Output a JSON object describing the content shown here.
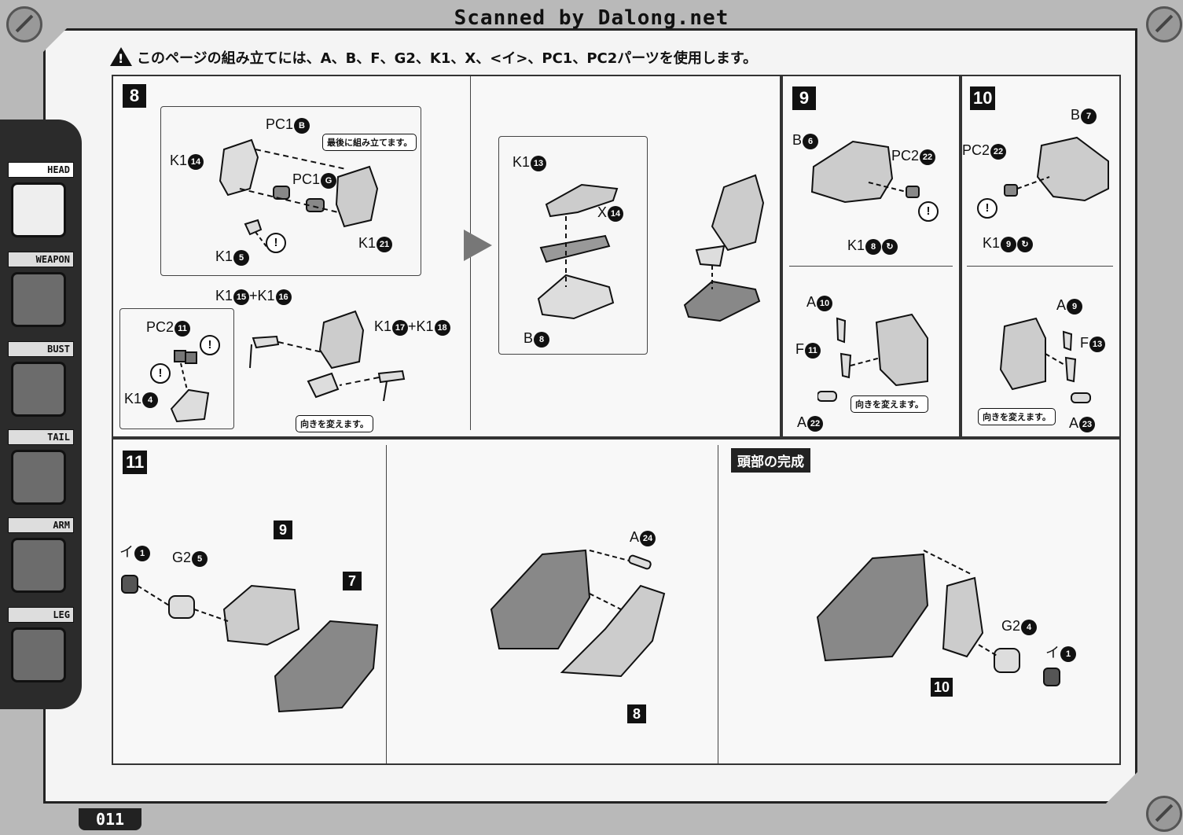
{
  "watermark": "Scanned by Dalong.net",
  "warning_text": "このページの組み立てには、A、B、F、G2、K1、X、<イ>、PC1、PC2パーツを使用します。",
  "page_number": "011",
  "sidebar": {
    "items": [
      {
        "label": "HEAD",
        "active": true
      },
      {
        "label": "WEAPON",
        "active": false
      },
      {
        "label": "BUST",
        "active": false
      },
      {
        "label": "TAIL",
        "active": false
      },
      {
        "label": "ARM",
        "active": false
      },
      {
        "label": "LEG",
        "active": false
      }
    ]
  },
  "notes": {
    "assemble_last": "最後に組み立てます。",
    "change_direction": "向きを変えます。"
  },
  "complete_title": "頭部の完成",
  "steps": {
    "s8": "8",
    "s9": "9",
    "s10": "10",
    "s11": "11",
    "ref9": "9",
    "ref7": "7",
    "ref8": "8",
    "ref10": "10"
  },
  "labels": {
    "pc1b": {
      "t": "PC1",
      "n": "B"
    },
    "k1_14": {
      "t": "K1",
      "n": "14"
    },
    "pc1g": {
      "t": "PC1",
      "n": "G"
    },
    "k1_21": {
      "t": "K1",
      "n": "21"
    },
    "k1_5": {
      "t": "K1",
      "n": "5"
    },
    "k1_15_16": {
      "t": "K1",
      "n": "15",
      "t2": "+K1",
      "n2": "16"
    },
    "k1_17_18": {
      "t": "K1",
      "n": "17",
      "t2": "+K1",
      "n2": "18"
    },
    "pc2_11": {
      "t": "PC2",
      "n": "11"
    },
    "k1_4": {
      "t": "K1",
      "n": "4"
    },
    "k1_13": {
      "t": "K1",
      "n": "13"
    },
    "x_14": {
      "t": "X",
      "n": "14"
    },
    "b_8": {
      "t": "B",
      "n": "8"
    },
    "b_6": {
      "t": "B",
      "n": "6"
    },
    "pc2_22a": {
      "t": "PC2",
      "n": "22"
    },
    "k1_8": {
      "t": "K1",
      "n": "8"
    },
    "a_10": {
      "t": "A",
      "n": "10"
    },
    "f_11": {
      "t": "F",
      "n": "11"
    },
    "a_22": {
      "t": "A",
      "n": "22"
    },
    "b_7": {
      "t": "B",
      "n": "7"
    },
    "pc2_22b": {
      "t": "PC2",
      "n": "22"
    },
    "k1_9": {
      "t": "K1",
      "n": "9"
    },
    "a_9": {
      "t": "A",
      "n": "9"
    },
    "f_13": {
      "t": "F",
      "n": "13"
    },
    "a_23": {
      "t": "A",
      "n": "23"
    },
    "i_1a": {
      "t": "イ",
      "n": "1"
    },
    "g2_5": {
      "t": "G2",
      "n": "5"
    },
    "a_24": {
      "t": "A",
      "n": "24"
    },
    "g2_4": {
      "t": "G2",
      "n": "4"
    },
    "i_1b": {
      "t": "イ",
      "n": "1"
    }
  }
}
